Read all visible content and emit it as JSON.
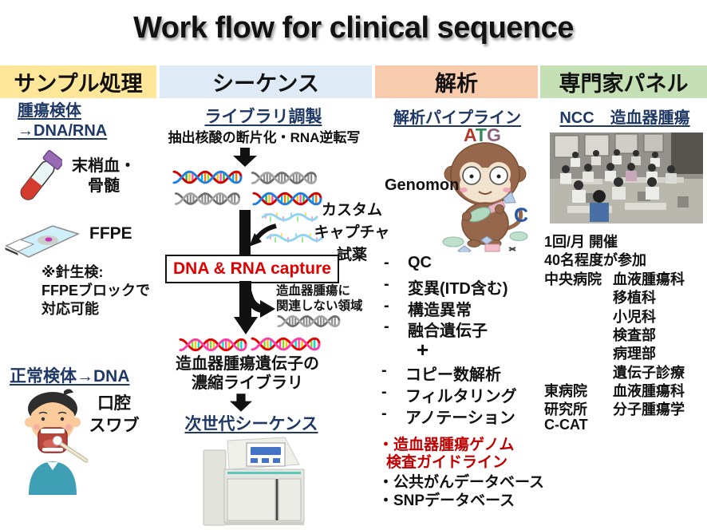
{
  "title": "Work flow for clinical sequence",
  "headers": {
    "sample": "サンプル処理",
    "sequence": "シーケンス",
    "analysis": "解析",
    "panel": "専門家パネル"
  },
  "colors": {
    "header_sample_bg": "#FFE699",
    "header_sequence_bg": "#DEEBF7",
    "header_analysis_bg": "#F8CBAD",
    "header_panel_bg": "#C5E0B4",
    "heading_navy": "#1F3864",
    "capture_red": "#E00000",
    "guideline_red": "#C00000"
  },
  "sample": {
    "tumor_line1": "腫瘍検体",
    "tumor_line2": "→DNA/RNA",
    "blood_line1": "末梢血・",
    "blood_line2": "骨髄",
    "ffpe": "FFPE",
    "note_line1": "※針生検:",
    "note_line2": "FFPEブロックで",
    "note_line3": "対応可能",
    "normal": "正常検体→DNA",
    "swab_line1": "口腔",
    "swab_line2": "スワブ"
  },
  "sequence": {
    "library": "ライブラリ調製",
    "library_sub": "抽出核酸の断片化・RNA逆転写",
    "reagent_line1": "カスタム",
    "reagent_line2": "キャプチャ",
    "reagent_line3": "試薬",
    "capture": "DNA & RNA capture",
    "excluded_line1": "造血器腫瘍に",
    "excluded_line2": "関連しない領域",
    "enriched_line1": "造血器腫瘍遺伝子の",
    "enriched_line2": "濃縮ライブラリ",
    "ngs": "次世代シーケンス"
  },
  "analysis": {
    "pipeline": "解析パイプライン",
    "genomon": "Genomon",
    "mascot": {
      "a": "A",
      "t": "T",
      "g": "G",
      "c": "C"
    },
    "dash": "-",
    "steps1": [
      "QC",
      "変異(ITD含む)",
      "構造異常",
      "融合遺伝子"
    ],
    "plus": "+",
    "steps2": [
      "コピー数解析",
      "フィルタリング",
      "アノテーション"
    ],
    "guideline_line1": "・造血器腫瘍ゲノム",
    "guideline_line2": "検査ガイドライン",
    "db1": "・公共がんデータベース",
    "db2": "・SNPデータベース"
  },
  "panel": {
    "heading": "NCC　造血器腫瘍",
    "freq": "1回/月 開催",
    "participants": "40名程度が参加",
    "rows": [
      {
        "org": "中央病院",
        "dept": "血液腫瘍科"
      },
      {
        "org": "",
        "dept": "移植科"
      },
      {
        "org": "",
        "dept": "小児科"
      },
      {
        "org": "",
        "dept": "検査部"
      },
      {
        "org": "",
        "dept": "病理部"
      },
      {
        "org": "",
        "dept": "遺伝子診療"
      },
      {
        "org": "東病院",
        "dept": "血液腫瘍科"
      },
      {
        "org": "研究所",
        "dept": "分子腫瘍学"
      },
      {
        "org": "C-CAT",
        "dept": ""
      }
    ]
  }
}
